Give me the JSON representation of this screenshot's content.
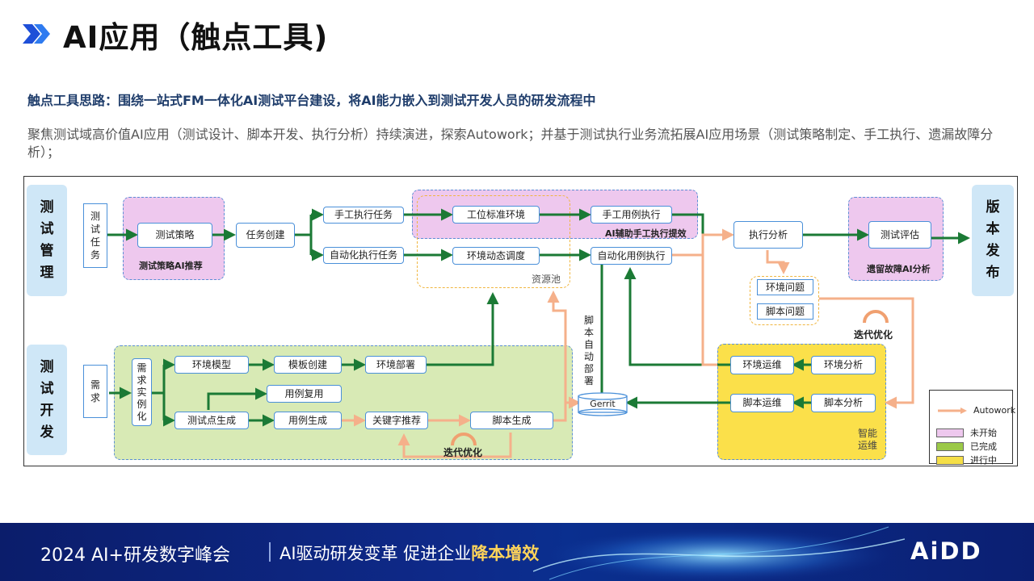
{
  "title": "AI应用（触点工具)",
  "subtitle": "触点工具思路：围绕一站式FM一体化AI测试平台建设，将AI能力嵌入到测试开发人员的研发流程中",
  "description": "聚焦测试域高价值AI应用（测试设计、脚本开发、执行分析）持续演进，探索Autowork；并基于测试执行业务流拓展AI应用场景（测试策略制定、手工执行、遗漏故障分析）；",
  "lanes": {
    "test_management": [
      "测",
      "试",
      "管",
      "理"
    ],
    "test_development": [
      "测",
      "试",
      "开",
      "发"
    ],
    "release": [
      "版",
      "本",
      "发",
      "布"
    ]
  },
  "nodes": {
    "test_task_doc": [
      "测",
      "试",
      "任",
      "务"
    ],
    "test_strategy": "测试策略",
    "task_creation": "任务创建",
    "manual_task": "手工执行任务",
    "auto_task": "自动化执行任务",
    "workstation_env": "工位标准环境",
    "env_dispatch": "环境动态调度",
    "manual_case_exec": "手工用例执行",
    "auto_case_exec": "自动化用例执行",
    "exec_analysis": "执行分析",
    "env_issue": "环境问题",
    "script_issue": "脚本问题",
    "test_evaluation": "测试评估",
    "requirement_doc": [
      "需",
      "求"
    ],
    "req_instantiation": [
      "需",
      "求",
      "实",
      "例",
      "化"
    ],
    "env_model": "环境模型",
    "template_creation": "模板创建",
    "env_deploy": "环境部署",
    "case_reuse": "用例复用",
    "testpoint_gen": "测试点生成",
    "case_gen": "用例生成",
    "keyword_recommend": "关键字推荐",
    "script_gen": "脚本生成",
    "gerrit": "Gerrit",
    "env_ops": "环境运维",
    "env_analysis": "环境分析",
    "script_ops": "脚本运维",
    "script_analysis": "脚本分析"
  },
  "labels": {
    "strategy_ai": "测试策略AI推荐",
    "manual_ai": "AI辅助手工执行提效",
    "missed_fault_ai": "遗留故障AI分析",
    "resource_pool": "资源池",
    "script_auto_deploy": [
      "脚",
      "本",
      "自",
      "动",
      "部",
      "署"
    ],
    "iterate_top": "迭代优化",
    "iterate_bottom": "迭代优化",
    "smart_ops": [
      "智能",
      "运维"
    ]
  },
  "legend": {
    "autowork": "Autowork",
    "not_started": "未开始",
    "completed": "已完成",
    "in_progress": "进行中"
  },
  "colors": {
    "not_started": "#eec8ee",
    "completed": "#9bc948",
    "in_progress": "#f5df47",
    "flow_green": "#1b7a35",
    "autowork_orange": "#f5b08a",
    "lane_blue": "#cfe7f7",
    "box_border": "#4a90d9",
    "footer_bg": "#0e2a8a"
  },
  "footer": {
    "event": "2024 AI+研发数字峰会",
    "slogan_prefix": "AI驱动研发变革  促进企业",
    "slogan_accent": "降本增效",
    "logo": "AiDD"
  }
}
